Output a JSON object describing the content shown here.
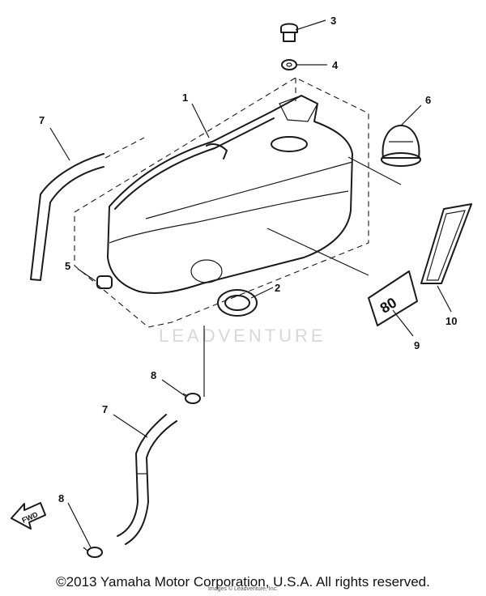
{
  "watermark": "LEADVENTURE",
  "callouts": {
    "c1": "1",
    "c2": "2",
    "c3": "3",
    "c4": "4",
    "c5": "5",
    "c6": "6",
    "c7a": "7",
    "c7b": "7",
    "c8a": "8",
    "c8b": "8",
    "c9": "9",
    "c10": "10"
  },
  "emblem_text": "80",
  "fwd_label": "FWD",
  "copyright": "©2013 Yamaha Motor Corporation, U.S.A. All rights reserved.",
  "copyright_small": "Images © Leadventure, Inc."
}
